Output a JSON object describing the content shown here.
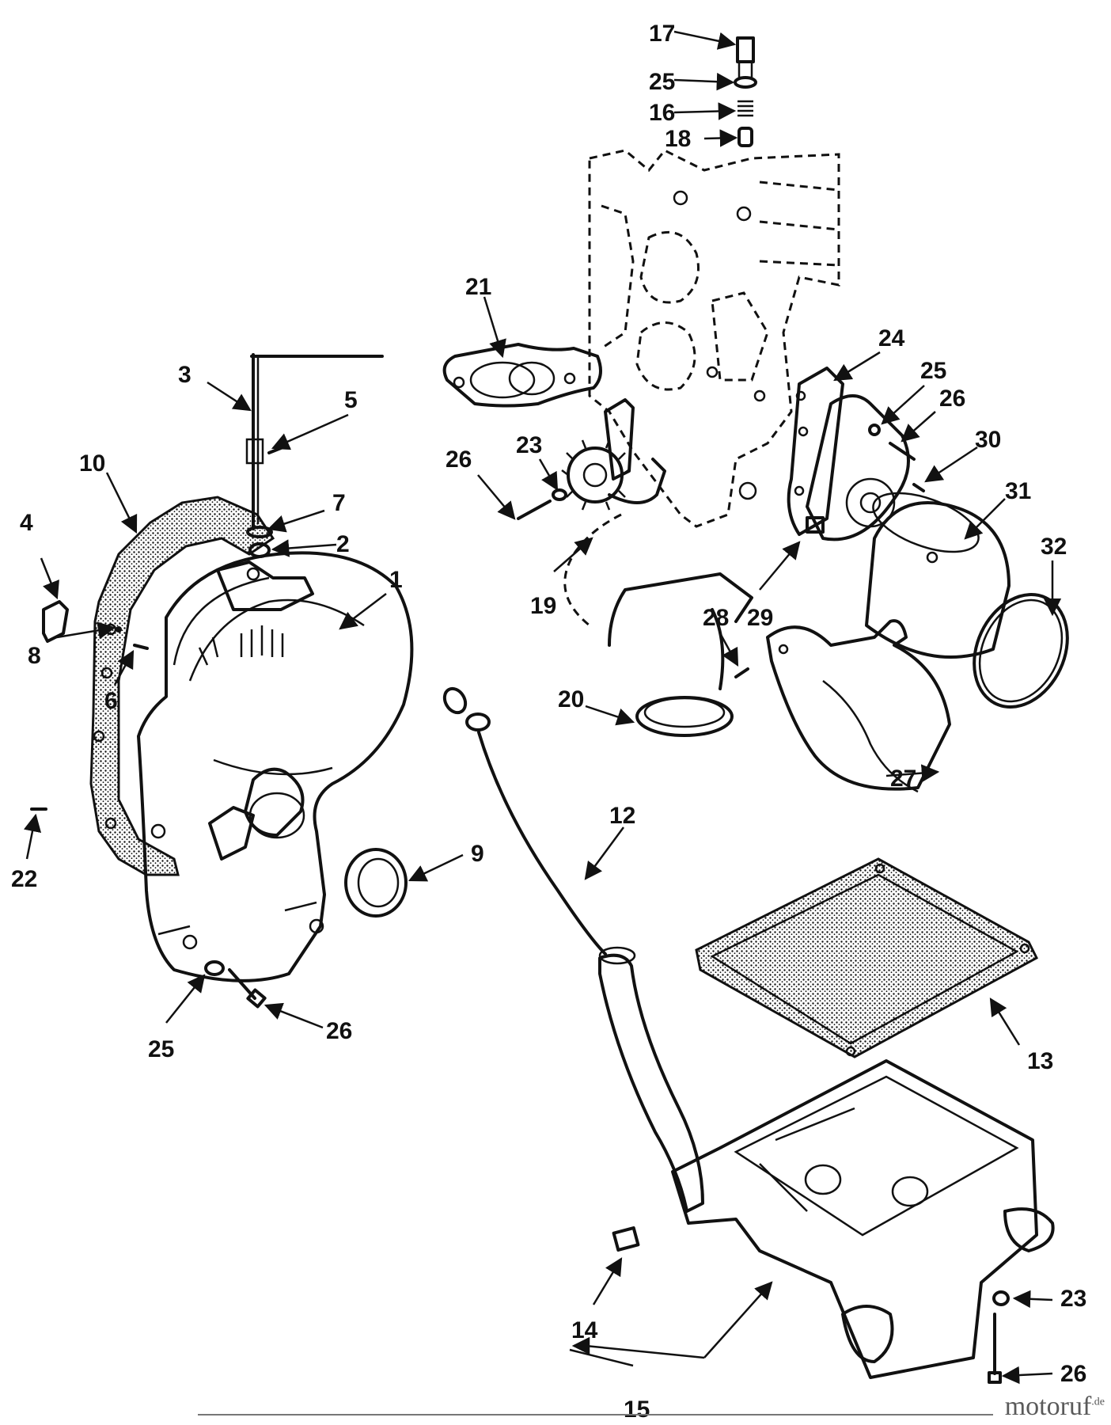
{
  "watermark": {
    "brand": "motoruf",
    "tld": ".de"
  },
  "callouts": [
    {
      "id": "c1",
      "label": "1"
    },
    {
      "id": "c2",
      "label": "2"
    },
    {
      "id": "c3",
      "label": "3"
    },
    {
      "id": "c4",
      "label": "4"
    },
    {
      "id": "c5",
      "label": "5"
    },
    {
      "id": "c6",
      "label": "6"
    },
    {
      "id": "c7",
      "label": "7"
    },
    {
      "id": "c8",
      "label": "8"
    },
    {
      "id": "c9",
      "label": "9"
    },
    {
      "id": "c10",
      "label": "10"
    },
    {
      "id": "c12",
      "label": "12"
    },
    {
      "id": "c13",
      "label": "13"
    },
    {
      "id": "c14",
      "label": "14"
    },
    {
      "id": "c15",
      "label": "15"
    },
    {
      "id": "c16",
      "label": "16"
    },
    {
      "id": "c17",
      "label": "17"
    },
    {
      "id": "c18",
      "label": "18"
    },
    {
      "id": "c19",
      "label": "19"
    },
    {
      "id": "c20",
      "label": "20"
    },
    {
      "id": "c21",
      "label": "21"
    },
    {
      "id": "c22",
      "label": "22"
    },
    {
      "id": "c23a",
      "label": "23"
    },
    {
      "id": "c23b",
      "label": "23"
    },
    {
      "id": "c24",
      "label": "24"
    },
    {
      "id": "c25a",
      "label": "25"
    },
    {
      "id": "c25b",
      "label": "25"
    },
    {
      "id": "c25c",
      "label": "25"
    },
    {
      "id": "c26a",
      "label": "26"
    },
    {
      "id": "c26b",
      "label": "26"
    },
    {
      "id": "c26c",
      "label": "26"
    },
    {
      "id": "c26d",
      "label": "26"
    },
    {
      "id": "c27",
      "label": "27"
    },
    {
      "id": "c28",
      "label": "28"
    },
    {
      "id": "c29",
      "label": "29"
    },
    {
      "id": "c30",
      "label": "30"
    },
    {
      "id": "c31",
      "label": "31"
    },
    {
      "id": "c32",
      "label": "32"
    }
  ]
}
